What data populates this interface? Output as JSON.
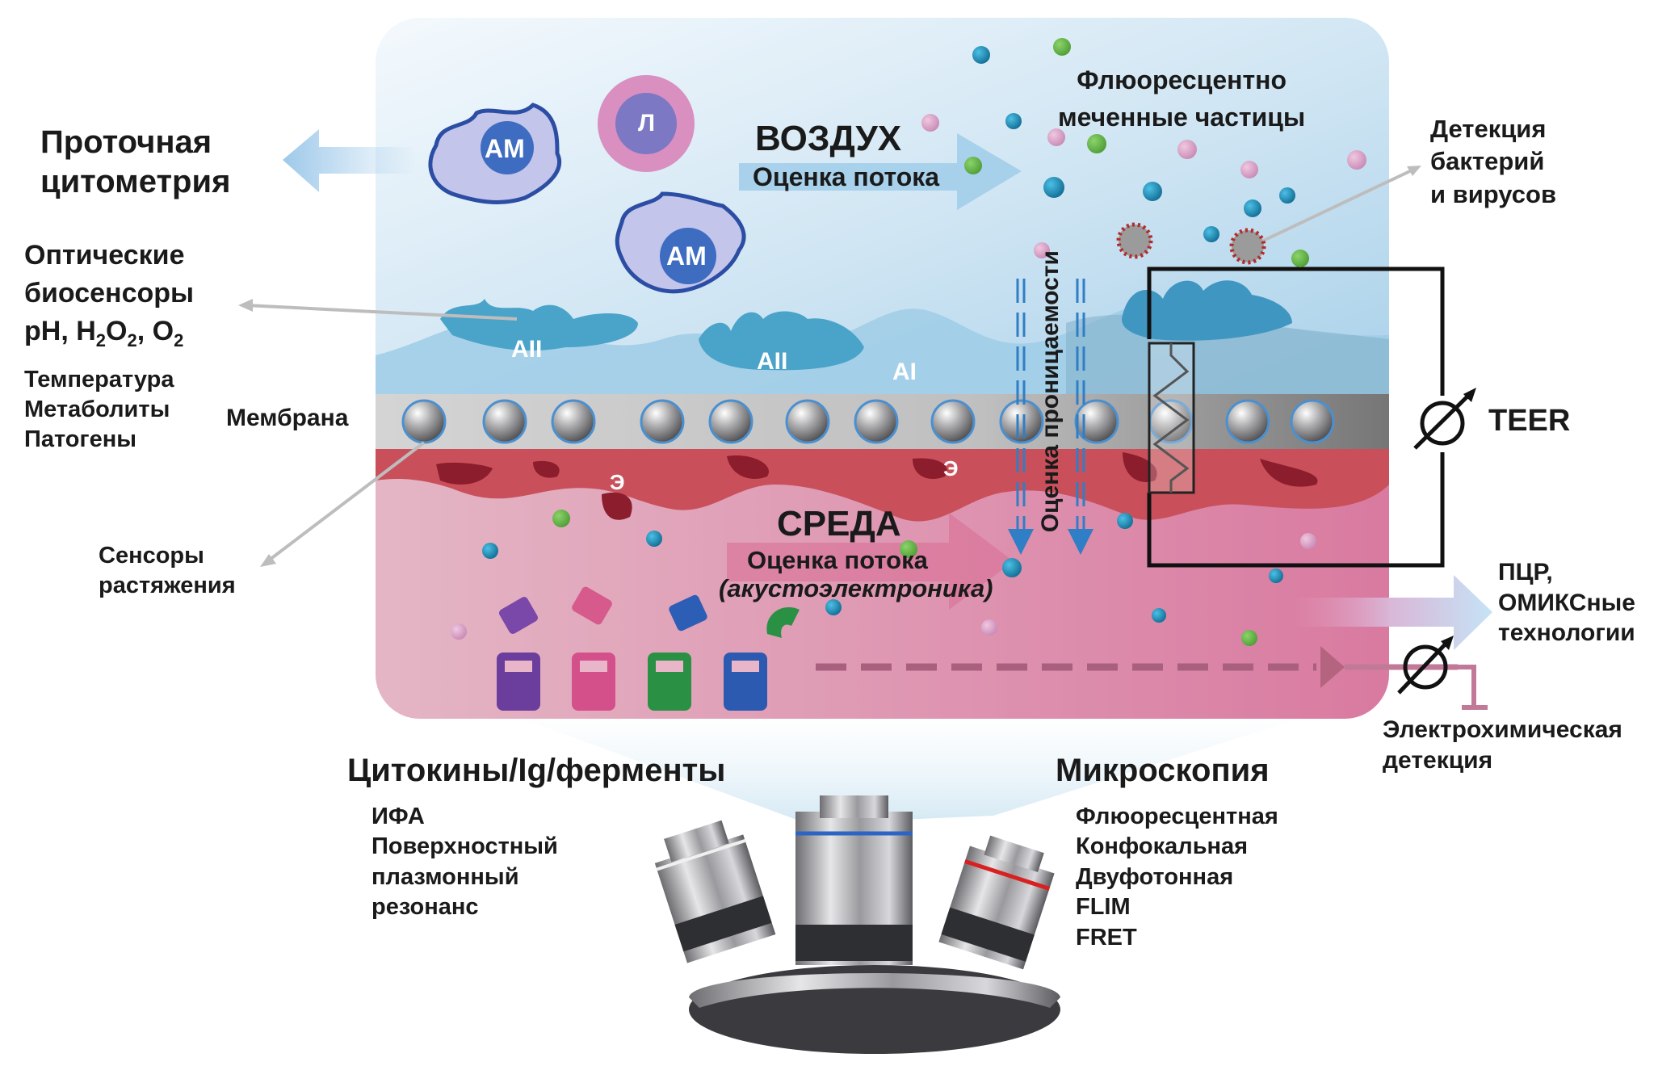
{
  "diagram": {
    "title": "Lung-on-chip monitoring methods",
    "air_zone": {
      "label": "ВОЗДУХ",
      "flow_label": "Оценка потока",
      "particles_label": [
        "Флюоресцентно",
        "меченные частицы"
      ]
    },
    "medium_zone": {
      "label": "СРЕДА",
      "flow_label": "Оценка потока",
      "flow_sublabel": "(акустоэлектроника)"
    },
    "membrane_label": "Мембрана",
    "permeability_label": "Оценка проницаемости",
    "cells": {
      "alveolar_macrophage": "АМ",
      "lymphocyte": "Л",
      "type2": "AII",
      "type1": "AI",
      "endothelial": "Э"
    },
    "left_labels": {
      "flow_cytometry": [
        "Проточная",
        "цитометрия"
      ],
      "optical_biosensors": [
        "Оптические",
        "биосенсоры"
      ],
      "optical_params": {
        "prefix": "pH, H",
        "sub1": "2",
        "mid": "O",
        "sub2": "2",
        "sep": ", O",
        "sub3": "2"
      },
      "other_params": [
        "Температура",
        "Метаболиты",
        "Патогены"
      ],
      "stretch_sensors": [
        "Сенсоры",
        "растяжения"
      ]
    },
    "right_labels": {
      "detection": [
        "Детекция",
        "бактерий",
        "и вирусов"
      ],
      "teer": "TEER",
      "omics": [
        "ПЦР,",
        "ОМИКСные",
        "технологии"
      ],
      "electrochem": [
        "Электрохимическая",
        "детекция"
      ]
    },
    "bottom_labels": {
      "cytokines": {
        "title": "Цитокины/Ig/ферменты",
        "items": [
          "ИФА",
          "Поверхностный",
          "плазмонный",
          "резонанс"
        ]
      },
      "microscopy": {
        "title": "Микроскопия",
        "items": [
          "Флюоресцентная",
          "Конфокальная",
          "Двуфотонная",
          "FLIM",
          "FRET"
        ]
      }
    },
    "colors": {
      "air": "#bcdcef",
      "medium": "#e3a3bb",
      "membrane": "#b9b9b9",
      "endothelium": "#c8454f",
      "particle_blue": "#1f8fbf",
      "particle_pink": "#dba2c8",
      "particle_green": "#6db84a"
    }
  }
}
